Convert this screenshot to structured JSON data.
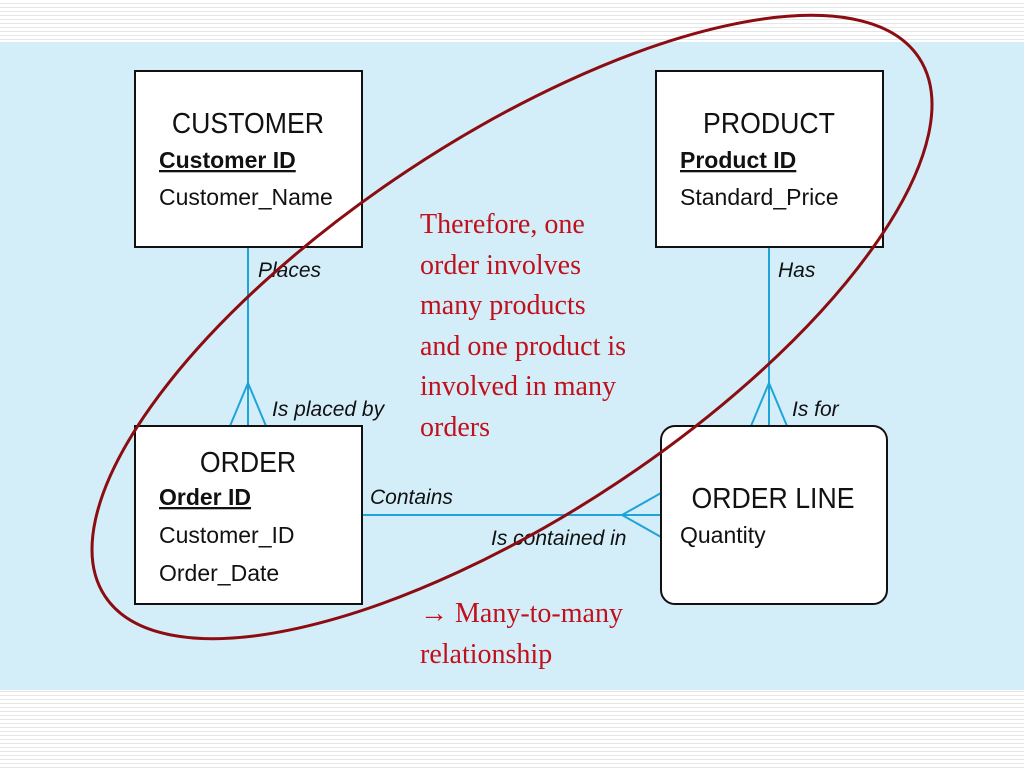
{
  "entities": {
    "customer": {
      "name": "CUSTOMER",
      "primary_key": "Customer ID",
      "attributes": [
        "Customer_Name"
      ]
    },
    "product": {
      "name": "PRODUCT",
      "primary_key": "Product ID",
      "attributes": [
        "Standard_Price"
      ]
    },
    "order": {
      "name": "ORDER",
      "primary_key": "Order ID",
      "attributes": [
        "Customer_ID",
        "Order_Date"
      ]
    },
    "order_line": {
      "name": "ORDER LINE",
      "attributes": [
        "Quantity"
      ]
    }
  },
  "relationships": {
    "customer_order": {
      "forward": "Places",
      "reverse": "Is placed by"
    },
    "product_order_line": {
      "forward": "Has",
      "reverse": "Is for"
    },
    "order_order_line": {
      "forward": "Contains",
      "reverse": "Is contained in"
    }
  },
  "annotation": {
    "lines": [
      "Therefore, one",
      "order involves",
      "many products",
      "and one product is",
      "involved in many",
      "orders"
    ],
    "conclusion": [
      "→ Many-to-many",
      "relationship"
    ]
  },
  "colors": {
    "panel_background": "#d4eef9",
    "connector": "#1fa3d9",
    "ellipse": "#8b0d12",
    "note_text": "#c0101b"
  }
}
